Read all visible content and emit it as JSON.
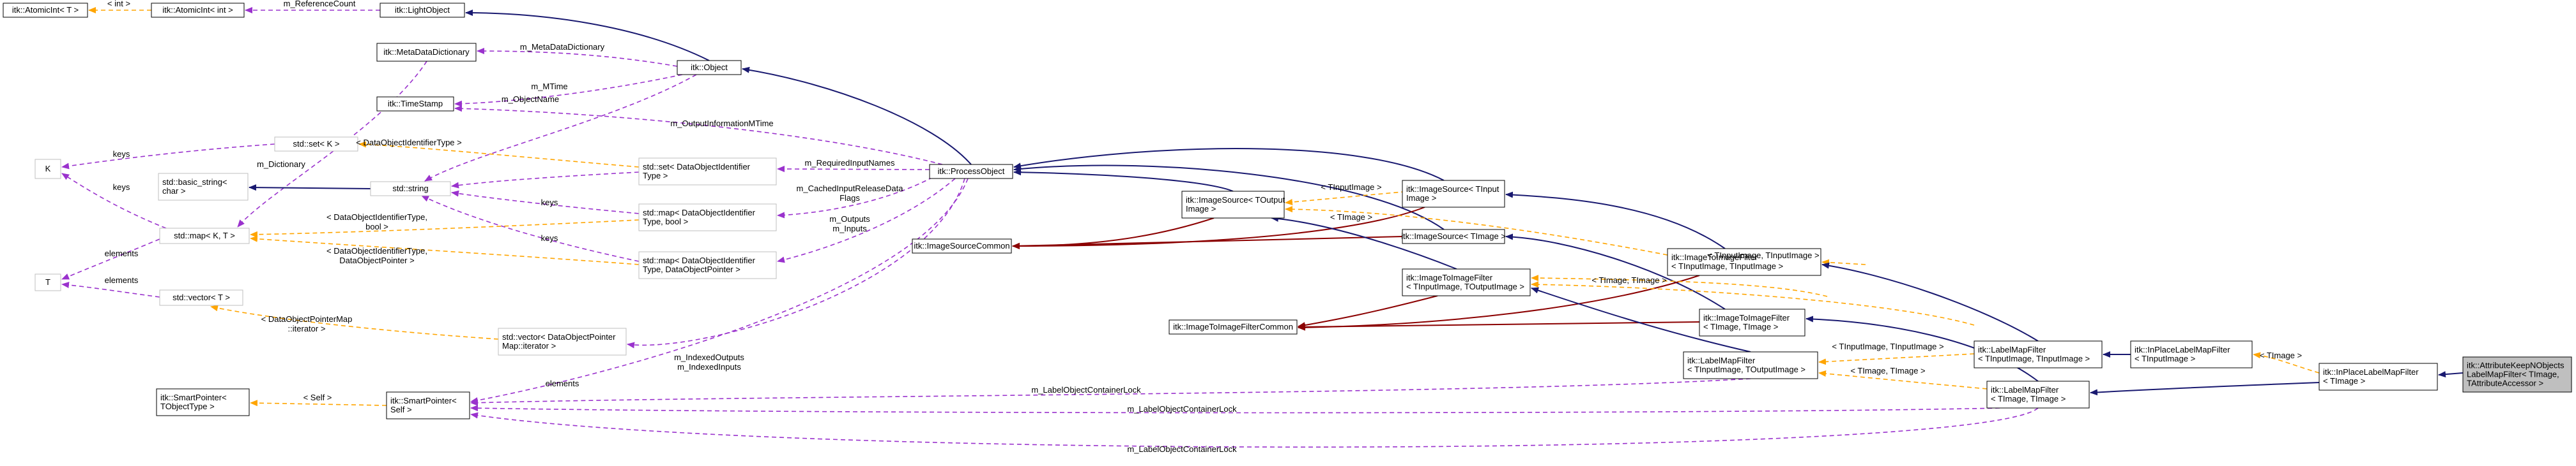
{
  "nodes": {
    "atomic_int_t": [
      "itk::AtomicInt< T >"
    ],
    "atomic_int_int": [
      "itk::AtomicInt< int >"
    ],
    "light_object": [
      "itk::LightObject"
    ],
    "object": [
      "itk::Object"
    ],
    "metadata_dictionary": [
      "itk::MetaDataDictionary"
    ],
    "time_stamp": [
      "itk::TimeStamp"
    ],
    "k": [
      "K"
    ],
    "std_set_k": [
      "std::set< K >"
    ],
    "basic_string": [
      "std::basic_string<",
      "char >"
    ],
    "std_string": [
      "std::string"
    ],
    "std_map_k_t": [
      "std::map< K, T >"
    ],
    "t": [
      "T"
    ],
    "std_vector_t": [
      "std::vector< T >"
    ],
    "smartpointer_t": [
      "itk::SmartPointer<",
      "TObjectType >"
    ],
    "smartpointer_self": [
      "itk::SmartPointer<",
      "Self >"
    ],
    "set_doi_type": [
      "std::set< DataObjectIdentifier",
      "Type >"
    ],
    "map_doi_bool": [
      "std::map< DataObjectIdentifier",
      "Type, bool >"
    ],
    "map_doi_pointer": [
      "std::map< DataObjectIdentifier",
      "Type, DataObjectPointer >"
    ],
    "vector_doi_iter": [
      "std::vector< DataObjectPointer",
      "Map::iterator >"
    ],
    "process_object": [
      "itk::ProcessObject"
    ],
    "image_source_common": [
      "itk::ImageSourceCommon"
    ],
    "image_source_toutput": [
      "itk::ImageSource< TOutput",
      "Image >"
    ],
    "image_source_tinput": [
      "itk::ImageSource< TInput",
      "Image >"
    ],
    "image_source_timage": [
      "itk::ImageSource< TImage >"
    ],
    "itif_common": [
      "itk::ImageToImageFilterCommon"
    ],
    "itif_tin_tout": [
      "itk::ImageToImageFilter",
      "< TInputImage, TOutputImage >"
    ],
    "itif_tin_tin": [
      "itk::ImageToImageFilter",
      "< TInputImage, TInputImage >"
    ],
    "itif_timage": [
      "itk::ImageToImageFilter",
      "< TImage, TImage >"
    ],
    "lmf_tin_tout": [
      "itk::LabelMapFilter",
      "< TInputImage, TOutputImage >"
    ],
    "lmf_tin_tin": [
      "itk::LabelMapFilter",
      "< TInputImage, TInputImage >"
    ],
    "lmf_timage": [
      "itk::LabelMapFilter",
      "< TImage, TImage >"
    ],
    "inplace_tin": [
      "itk::InPlaceLabelMapFilter",
      "< TInputImage >"
    ],
    "inplace_timage": [
      "itk::InPlaceLabelMapFilter",
      "< TImage >"
    ],
    "attribute_keep": [
      "itk::AttributeKeepNObjects",
      "LabelMapFilter< TImage,",
      "TAttributeAccessor >"
    ]
  },
  "edge_labels": {
    "int": "< int >",
    "reference_count": "m_ReferenceCount",
    "metadata_dictionary": "m_MetaDataDictionary",
    "mtime": "m_MTime",
    "object_name": "m_ObjectName",
    "output_information_mtime": "m_OutputInformationMTime",
    "data_object_identifier_type": "< DataObjectIdentifierType >",
    "keys_set": "keys",
    "keys_map_k": "keys",
    "dictionary": "m_Dictionary",
    "keys_bool": "keys",
    "keys_pointer": "keys",
    "doi_type_bool_1": "< DataObjectIdentifierType,",
    "doi_type_bool_2": "bool >",
    "doi_type_pointer_1": "< DataObjectIdentifierType,",
    "doi_type_pointer_2": "DataObjectPointer >",
    "elements_map": "elements",
    "elements_vector": "elements",
    "pointer_map_iter_1": "< DataObjectPointerMap",
    "pointer_map_iter_2": "::iterator >",
    "self": "< Self >",
    "required_input_names": "m_RequiredInputNames",
    "cached_input_1": "m_CachedInputReleaseData",
    "cached_input_2": "Flags",
    "outputs": "m_Outputs",
    "inputs": "m_Inputs",
    "indexed_outputs": "m_IndexedOutputs",
    "indexed_inputs": "m_IndexedInputs",
    "elements_sp": "elements",
    "tinputimage": "< TInputImage >",
    "timage_src": "< TImage >",
    "tin_tin_1": "< TInputImage, TInputImage >",
    "timage_timage_1": "< TImage, TImage >",
    "tin_tin_2": "< TInputImage, TInputImage >",
    "timage_timage_2": "< TImage, TImage >",
    "timage_inplace": "< TImage >",
    "lock_1": "m_LabelObjectContainerLock",
    "lock_2": "m_LabelObjectContainerLock",
    "lock_3": "m_LabelObjectContainerLock"
  }
}
